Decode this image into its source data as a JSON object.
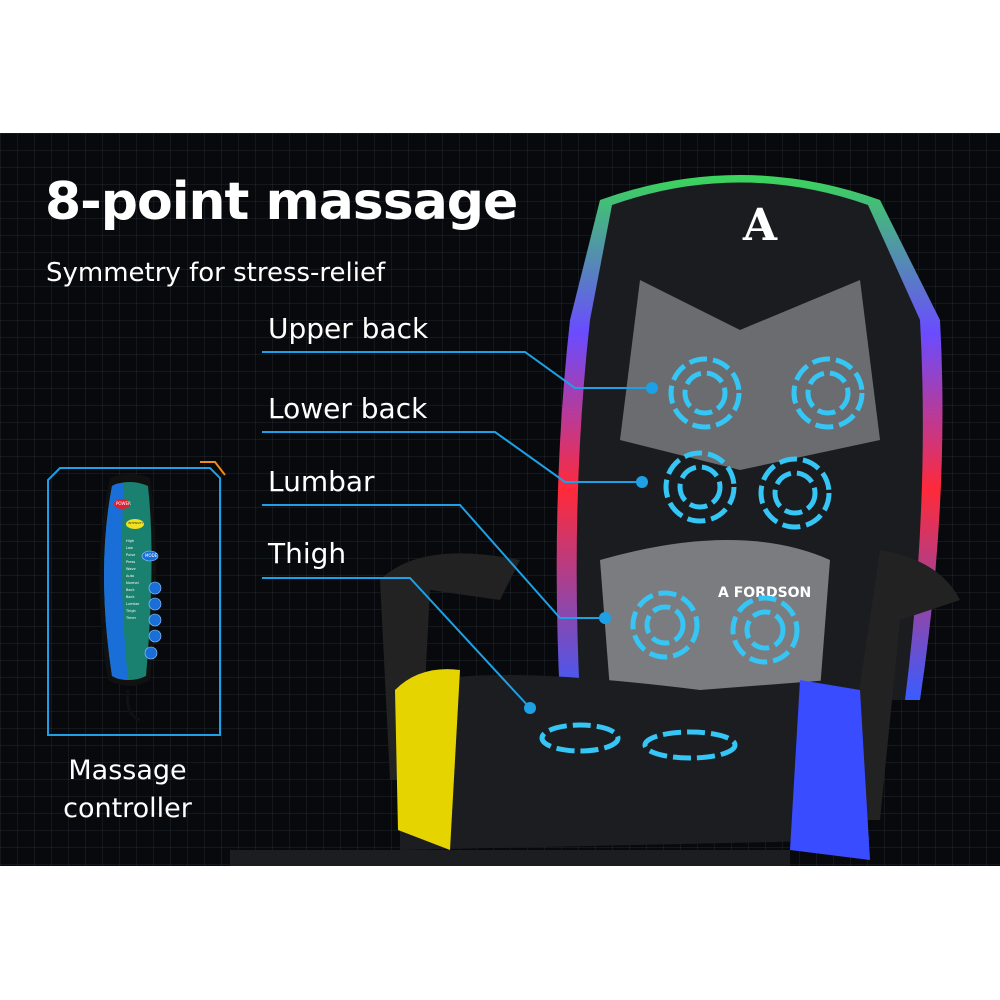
{
  "headline": "8-point massage",
  "subheadline": "Symmetry for stress-relief",
  "zones": [
    {
      "label": "Upper back"
    },
    {
      "label": "Lower back"
    },
    {
      "label": "Lumbar"
    },
    {
      "label": "Thigh"
    }
  ],
  "controller": {
    "caption_line1": "Massage",
    "caption_line2": "controller",
    "buttons": [
      "POWER",
      "INTENSITY",
      "MODE"
    ],
    "labels": [
      "High",
      "Low",
      "Pulse",
      "Press",
      "Wave",
      "Auto",
      "Normal",
      "Back",
      "Back",
      "Lumbar",
      "Thigh",
      "Timer"
    ]
  },
  "brand": {
    "logo_letter": "A",
    "name": "FORDSON"
  },
  "colors": {
    "accent": "#1ea0e6",
    "background": "#07090c"
  }
}
